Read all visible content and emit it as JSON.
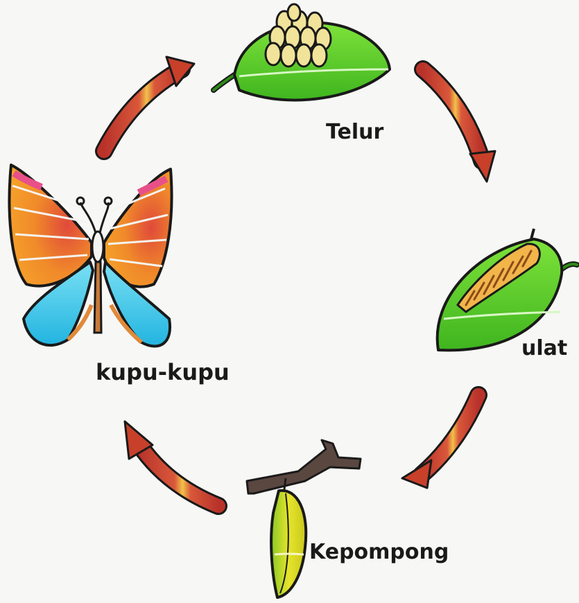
{
  "diagram": {
    "type": "cycle",
    "stages": [
      {
        "id": "telur",
        "label": "Telur"
      },
      {
        "id": "ulat",
        "label": "ulat"
      },
      {
        "id": "kepompong",
        "label": "Kepompong"
      },
      {
        "id": "kupu-kupu",
        "label": "kupu-kupu"
      }
    ],
    "arrow_direction": "clockwise",
    "colors": {
      "leaf": "#5fd22a",
      "leaf_dark": "#2e8a17",
      "arrow": "#c8402a",
      "arrow_accent": "#f2c14a",
      "wing_orange": "#f08a2a",
      "wing_pink": "#e8508a",
      "wing_blue": "#38c6e8",
      "pupa": "#d8dc2a",
      "twig": "#5a4740"
    }
  }
}
